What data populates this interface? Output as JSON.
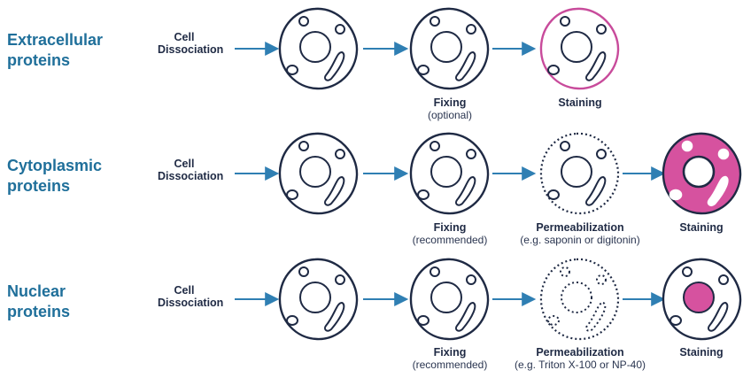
{
  "colors": {
    "title": "#1f6f9a",
    "arrow": "#2f7fb3",
    "outline": "#1f2a44",
    "stain": "#c84b9b",
    "stain_fill": "#d6529f"
  },
  "rows": [
    {
      "title_line1": "Extracellular",
      "title_line2": "proteins",
      "start_label": [
        "Cell",
        "Dissociation"
      ],
      "steps": [
        {
          "main": "Fixing",
          "sub": "(optional)"
        },
        {
          "main": "Staining",
          "sub": ""
        }
      ]
    },
    {
      "title_line1": "Cytoplasmic",
      "title_line2": "proteins",
      "start_label": [
        "Cell",
        "Dissociation"
      ],
      "steps": [
        {
          "main": "Fixing",
          "sub": "(recommended)"
        },
        {
          "main": "Permeabilization",
          "sub": "(e.g. saponin or digitonin)"
        },
        {
          "main": "Staining",
          "sub": ""
        }
      ]
    },
    {
      "title_line1": "Nuclear",
      "title_line2": "proteins",
      "start_label": [
        "Cell",
        "Dissociation"
      ],
      "steps": [
        {
          "main": "Fixing",
          "sub": "(recommended)"
        },
        {
          "main": "Permeabilization",
          "sub": "(e.g. Triton X-100 or NP-40)"
        },
        {
          "main": "Staining",
          "sub": ""
        }
      ]
    }
  ]
}
